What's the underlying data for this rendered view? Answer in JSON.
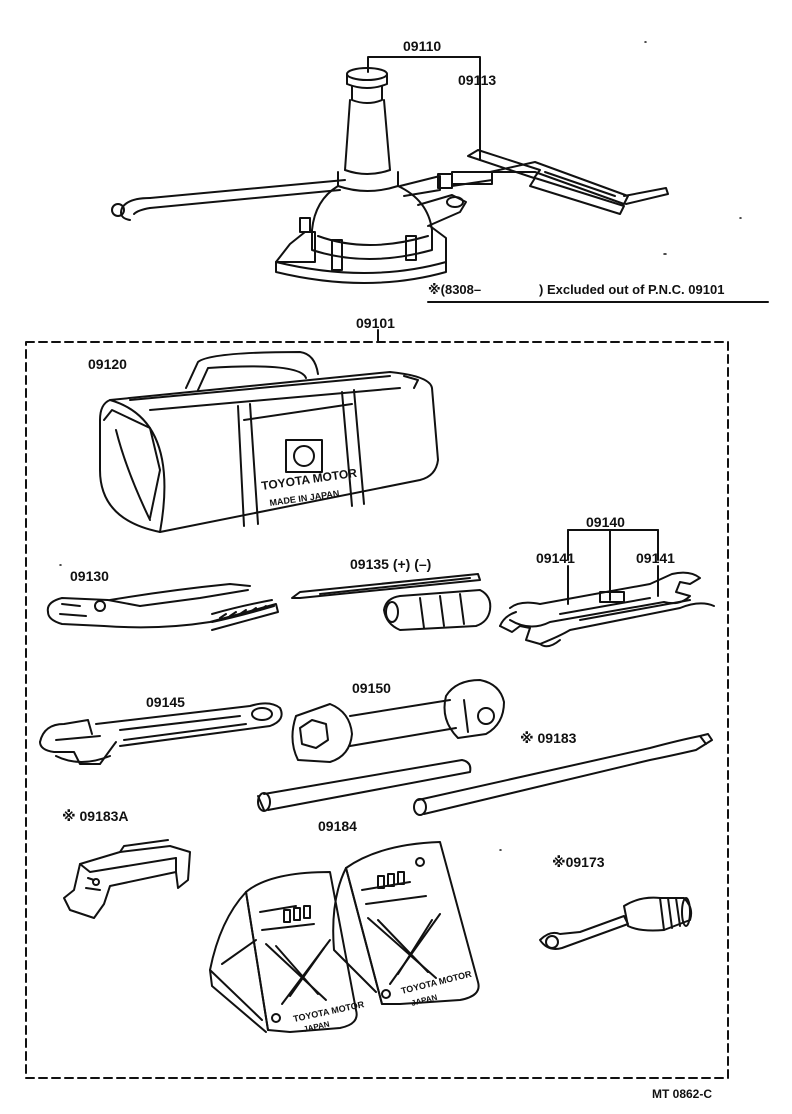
{
  "labels": {
    "jack_assy": "09110",
    "jack_handle": "09113",
    "tool_set": "09101",
    "tool_bag": "09120",
    "pliers": "09130",
    "screwdriver": "09135 (+) (–)",
    "wrench_set": "09140",
    "wrench_left": "09141",
    "wrench_right": "09141",
    "adjustable_wrench": "09145",
    "plug_wrench": "09150",
    "handle_bar": "※ 09183",
    "bracket": "※ 09183A",
    "plug_bar": "09184",
    "wheel_chock": "※09173"
  },
  "note": {
    "prefix": "※(8308–",
    "suffix": ") Excluded out of P.N.C. 09101"
  },
  "drawing_code": "MT 0862-C",
  "bag_print": {
    "brand": "TOYOTA MOTOR",
    "origin": "MADE IN JAPAN"
  },
  "chock_print": {
    "brand": "TOYOTA MOTOR",
    "origin": "JAPAN"
  }
}
